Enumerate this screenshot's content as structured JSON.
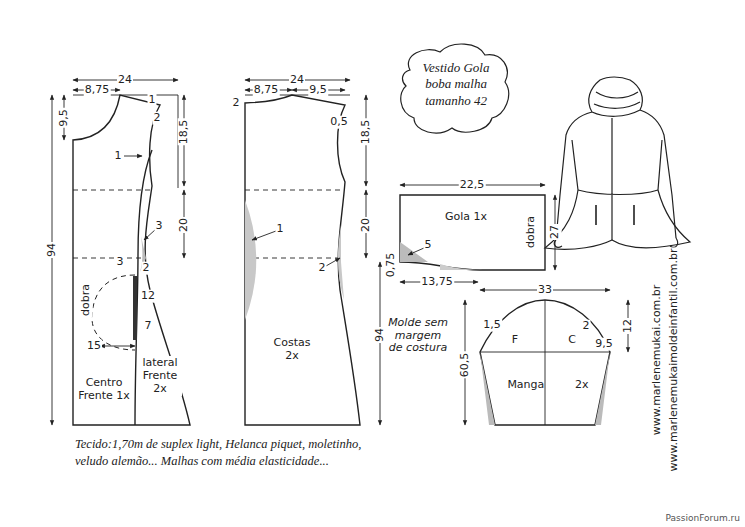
{
  "diagram": {
    "title": "Vestido Gola boba malha tamanho 42",
    "caption": "Tecido:1,70m de suplex light, Helanca piquet, moletinho, veludo alemão... Malhas com média elasticidade...",
    "nodes": [
      {
        "text": [
          "Centro Frente 1x"
        ]
      },
      {
        "text": [
          "lateral Frente 2x"
        ]
      },
      {
        "text": [
          "Costas 2x"
        ]
      },
      {
        "text": [
          "Gola 1x"
        ]
      },
      {
        "text": [
          "Manga",
          "2x"
        ]
      }
    ],
    "labels": [
      "24",
      "8,75",
      "9,5",
      "1",
      "2",
      "18,5",
      "1",
      "20",
      "3",
      "3",
      "2",
      "12",
      "7",
      "15",
      "94",
      "dobra",
      "24",
      "8,75",
      "9,5",
      "2",
      "0,5",
      "18,5",
      "20",
      "1",
      "2",
      "94",
      "22,5",
      "5",
      "dobra",
      "27",
      "0,75",
      "13,75",
      "33",
      "1,5",
      "2",
      "9,5",
      "12",
      "F",
      "C",
      "60,5",
      "Molde sem margem de costura",
      "www.marlenemukai.com.br",
      "www.marlenemukaimoldeinfantil.com.br",
      "PassionForum.ru"
    ]
  }
}
